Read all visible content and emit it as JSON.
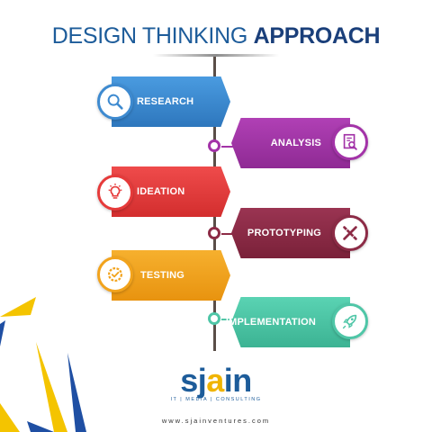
{
  "title": {
    "part1": "DESIGN THINKING ",
    "part2": "APPROACH"
  },
  "steps": [
    {
      "label": "RESEARCH",
      "color": "#3d8ad0",
      "icon": "magnifier-icon"
    },
    {
      "label": "ANALYSIS",
      "color": "#a333a8",
      "icon": "document-search-icon"
    },
    {
      "label": "IDEATION",
      "color": "#e63a3a",
      "icon": "lightbulb-icon"
    },
    {
      "label": "PROTOTYPING",
      "color": "#8c2b46",
      "icon": "pencil-ruler-icon"
    },
    {
      "label": "TESTING",
      "color": "#f2a31c",
      "icon": "gear-check-icon"
    },
    {
      "label": "IMPLEMENTATION",
      "color": "#4fc6a7",
      "icon": "rocket-icon"
    }
  ],
  "logo": {
    "prefix": "sj",
    "accent": "a",
    "suffix": "in",
    "tagline": "IT | MEDIA | CONSULTING"
  },
  "website": "www.sjainventures.com",
  "colors": {
    "title": "#1d5c9a",
    "title_bold": "#1a3f7a",
    "timeline": "#5a4e48",
    "deco_yellow": "#f4c400",
    "deco_blue": "#1f4fa3"
  }
}
